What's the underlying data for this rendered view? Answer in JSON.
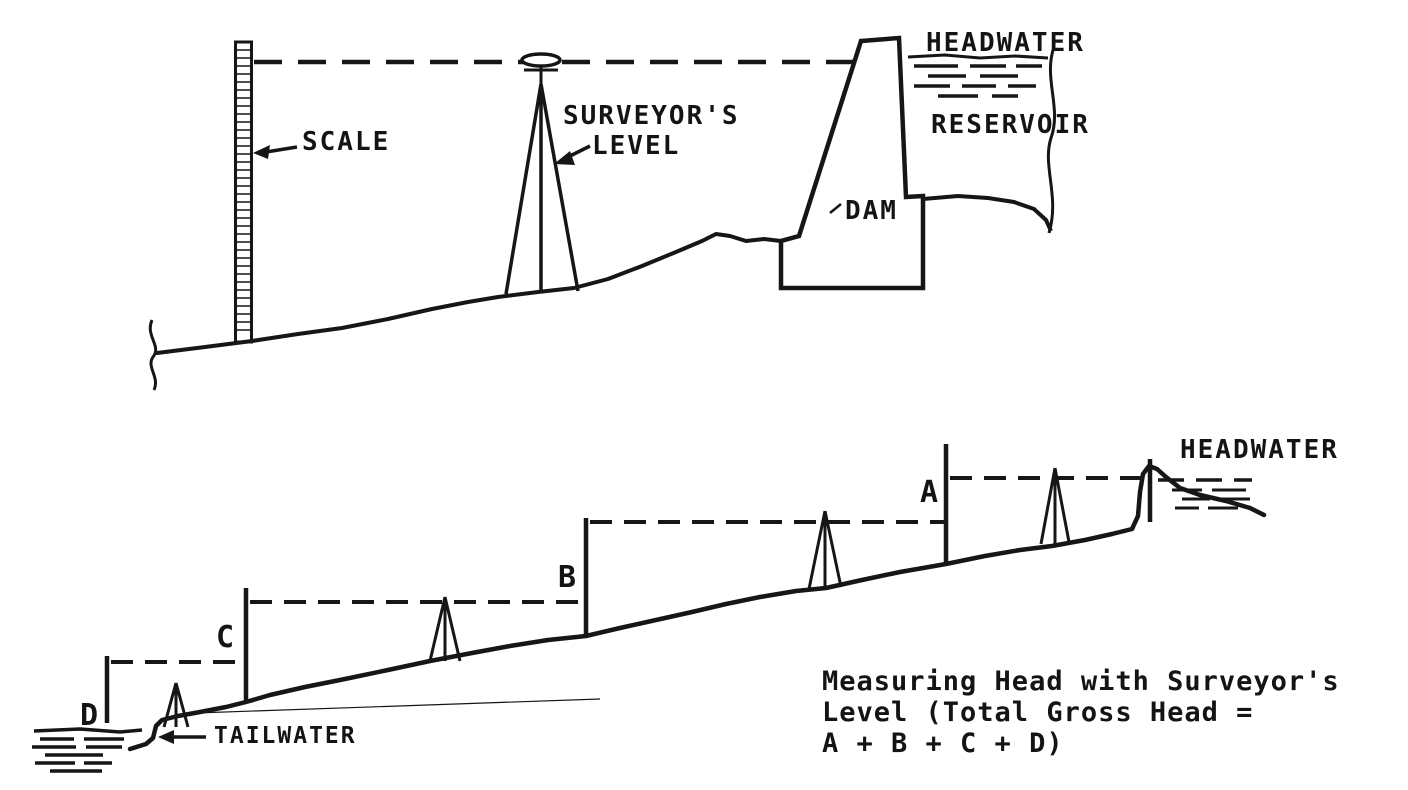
{
  "colors": {
    "ink": "#161616",
    "paper": "#ffffff"
  },
  "top": {
    "scale_label": "SCALE",
    "level_label_line1": "SURVEYOR'S",
    "level_label_line2": "LEVEL",
    "headwater_label": "HEADWATER",
    "reservoir_label": "RESERVOIR",
    "dam_label": "DAM"
  },
  "bottom": {
    "headwater_label": "HEADWATER",
    "tailwater_label": "TAILWATER",
    "marks": {
      "a": "A",
      "b": "B",
      "c": "C",
      "d": "D"
    },
    "caption_line1": "Measuring Head with Surveyor's",
    "caption_line2": "Level (Total Gross Head =",
    "caption_line3": "A + B + C + D)"
  }
}
